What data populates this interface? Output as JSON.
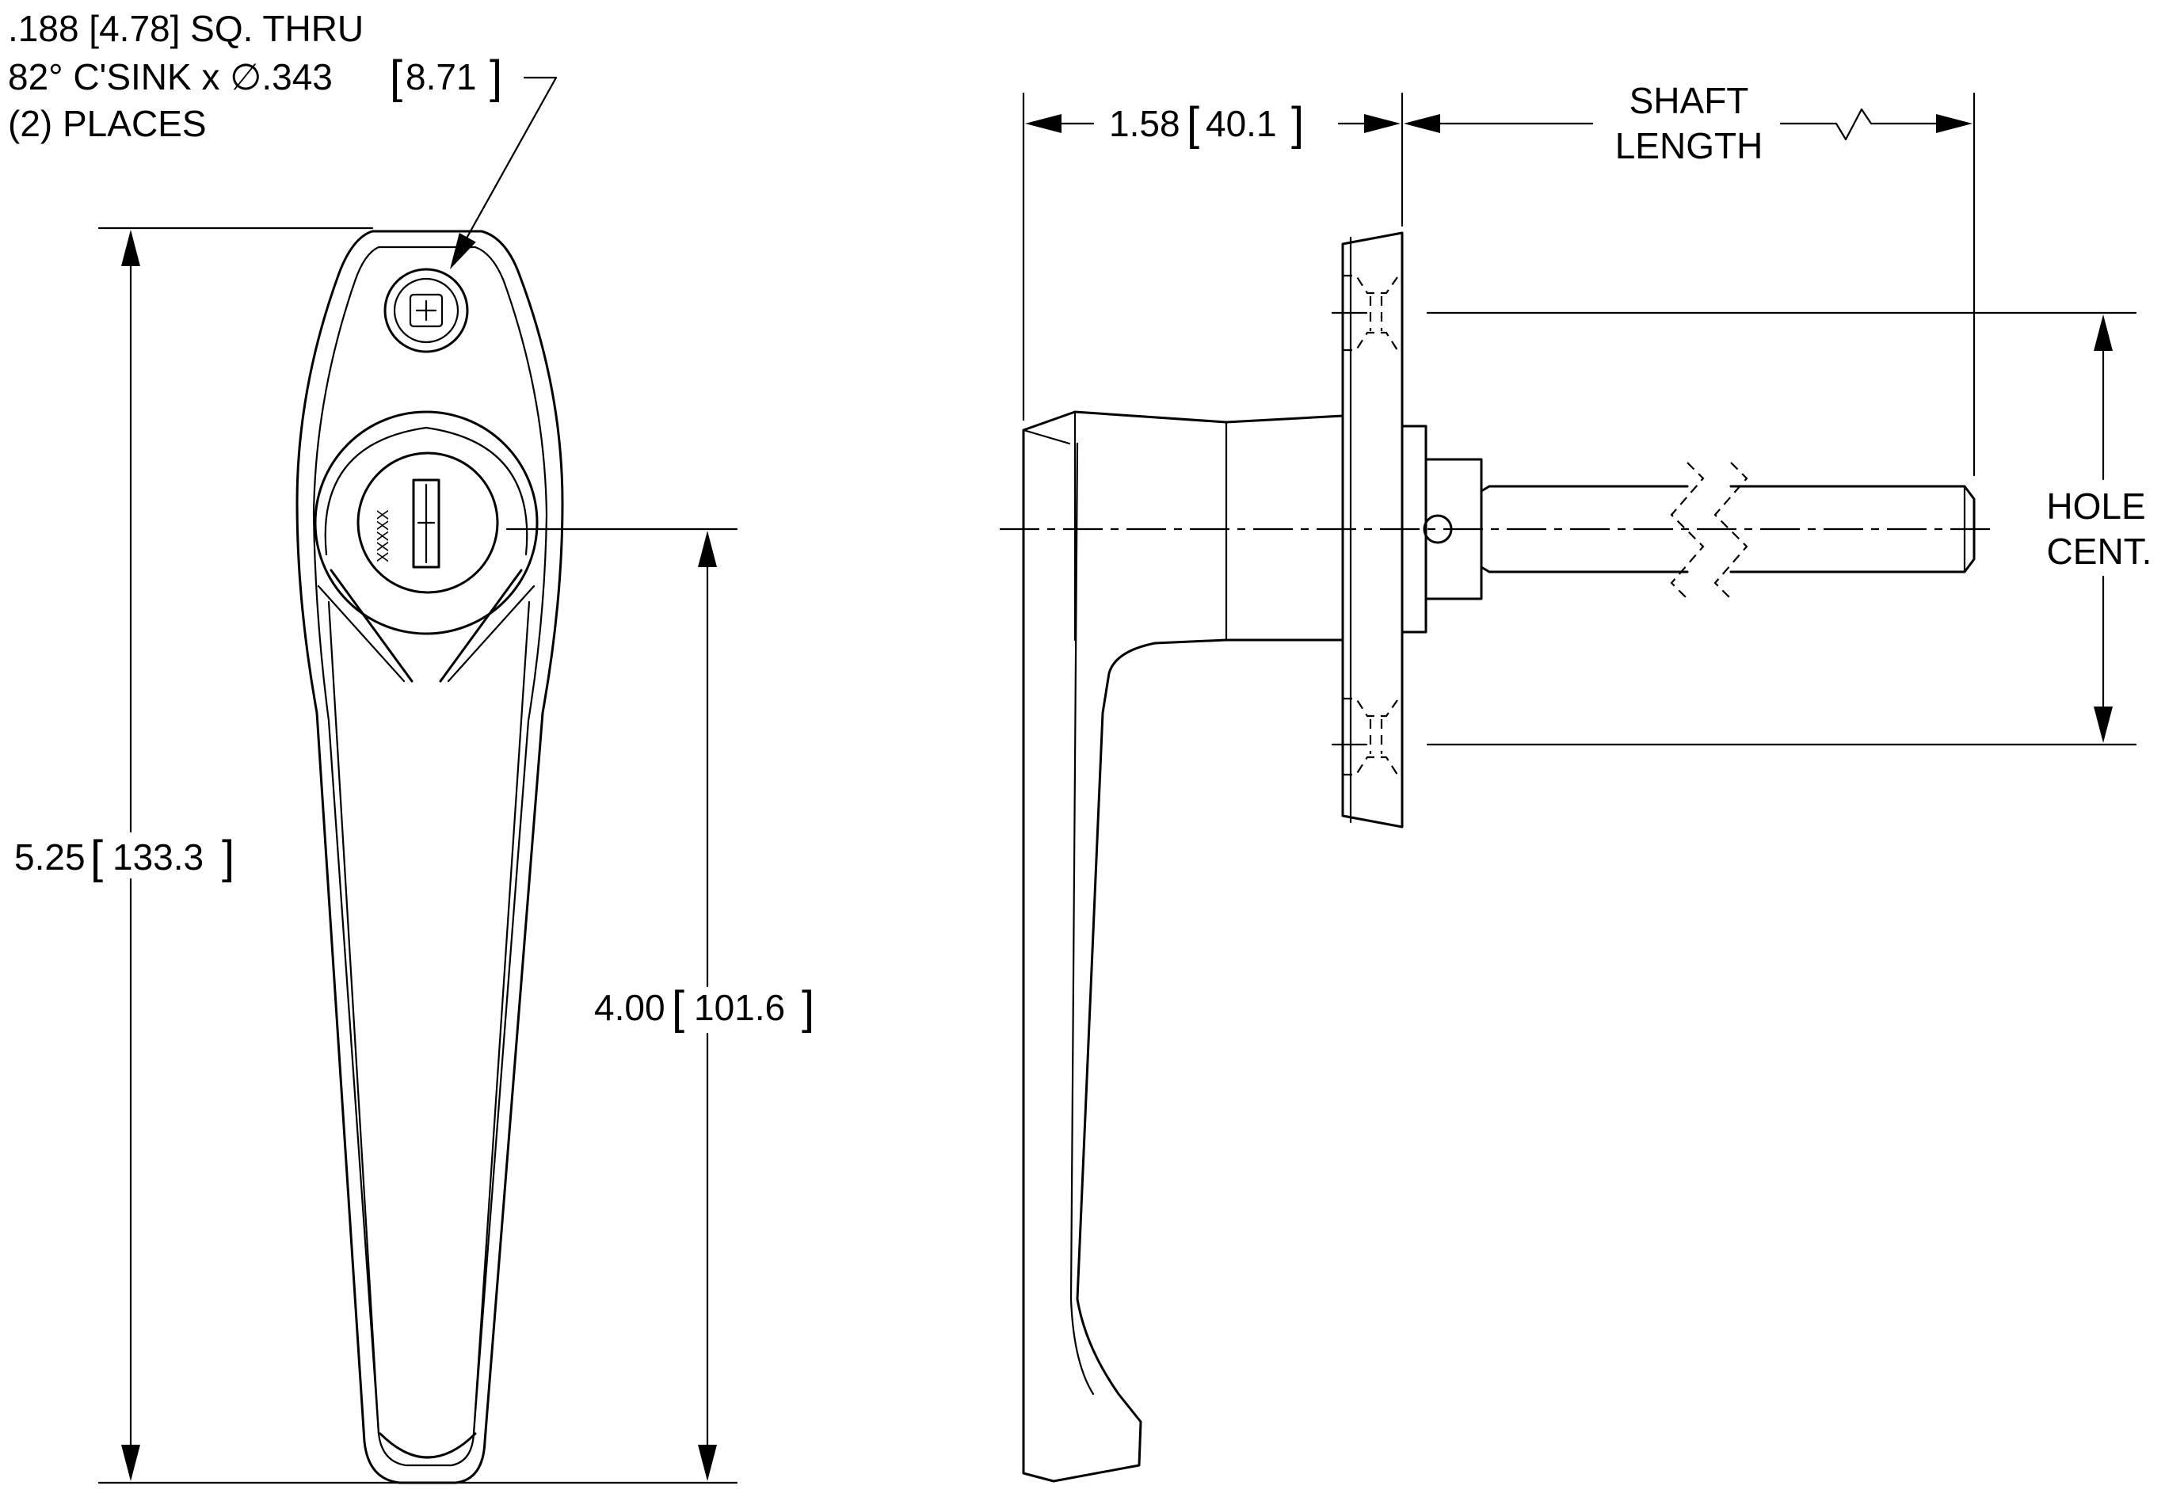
{
  "callout": {
    "line1": ".188 [4.78] SQ. THRU",
    "line2_prefix": "82° C'SINK x ",
    "diameter_symbol": "∅",
    "line2_value": ".343",
    "line2_metric": "8.71",
    "line3": "(2) PLACES"
  },
  "dimensions": {
    "overall_height": {
      "value": "5.25",
      "metric": "133.3"
    },
    "lock_to_end": {
      "value": "4.00",
      "metric": "101.6"
    },
    "projection": {
      "value": "1.58",
      "metric": "40.1"
    },
    "shaft_length": {
      "line1": "SHAFT",
      "line2": "LENGTH"
    },
    "hole_centers": {
      "line1": "HOLE",
      "line2": "CENT."
    }
  },
  "key_marking": "XXXXX",
  "icons": {
    "diameter": "diameter-symbol-icon",
    "screw": "phillips-screw-icon",
    "lock": "key-cylinder-icon",
    "break": "break-line-icon"
  }
}
